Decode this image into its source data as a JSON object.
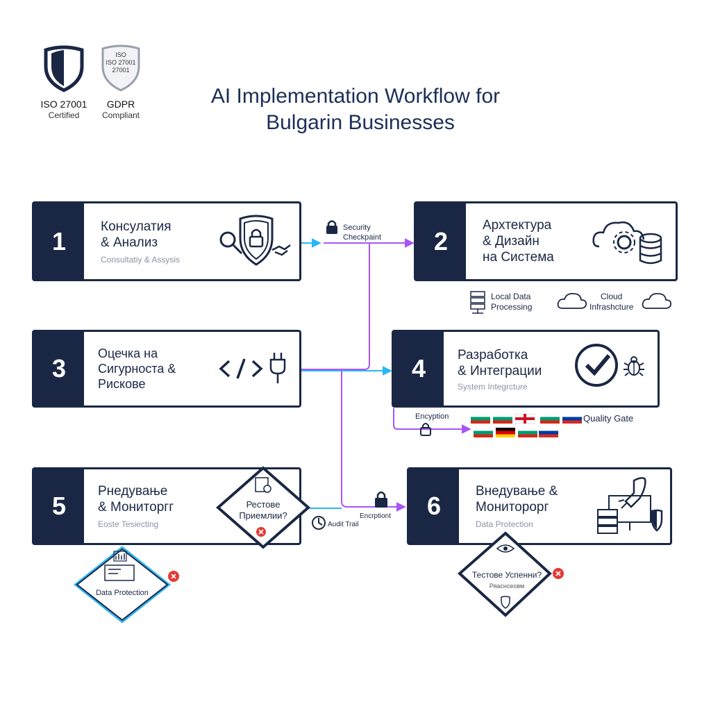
{
  "title": [
    "AI Implementation Workflow for",
    "Bulgarin Businesses"
  ],
  "badges": [
    {
      "line1": "ISO 27001",
      "line2": "Certified",
      "icon": "shield-icon"
    },
    {
      "line1": "GDPR",
      "line2": "Compliant",
      "icon": "iso-shield-icon",
      "shield_text": [
        "ISO",
        "ISO 27001",
        "27001"
      ]
    }
  ],
  "steps": [
    {
      "num": "1",
      "title": [
        "Консулатия",
        "& Анализ"
      ],
      "subtitle": "Consultatіy & Assysis"
    },
    {
      "num": "2",
      "title": [
        "Архтектура",
        "& Дизайн",
        "на Система"
      ],
      "subtitle": ""
    },
    {
      "num": "3",
      "title": [
        "Оцечка на",
        "Сигурноста &",
        "Рискове"
      ],
      "subtitle": ""
    },
    {
      "num": "4",
      "title": [
        "Разработка",
        "& Интеграции"
      ],
      "subtitle": "System Integrcture"
    },
    {
      "num": "5",
      "title": [
        "Рнедување",
        "& Мониторгг"
      ],
      "subtitle": "Eoste Tesiecting"
    },
    {
      "num": "6",
      "title": [
        "Внедување &",
        "Мониторорг"
      ],
      "subtitle": "Data Protection"
    }
  ],
  "connectors": {
    "security_checkpoint": [
      "Security",
      "Checkpaint"
    ],
    "local_data": [
      "Local Data",
      "Processing"
    ],
    "cloud": [
      "Cloud",
      "Infrashcture"
    ],
    "encryption": "Encyption",
    "quality_gate": "Quality Gate",
    "encryption2": "Encrptiont",
    "audit_trail": "Audit Trail"
  },
  "diamonds": {
    "d5": [
      "Рестове",
      "Приемлии?"
    ],
    "d5b": "Data Protection",
    "d6": [
      "Тестове Успенни?",
      "Ряаснсеовм"
    ]
  },
  "colors": {
    "navy": "#1a2744",
    "cyan": "#29b6f6",
    "purple": "#a855f7",
    "red": "#e53935"
  },
  "flags": {
    "row1": [
      "bulgaria",
      "bulgaria",
      "england",
      "bulgaria",
      "russia"
    ],
    "row2": [
      "bulgaria",
      "germany",
      "bulgaria",
      "russia"
    ]
  }
}
